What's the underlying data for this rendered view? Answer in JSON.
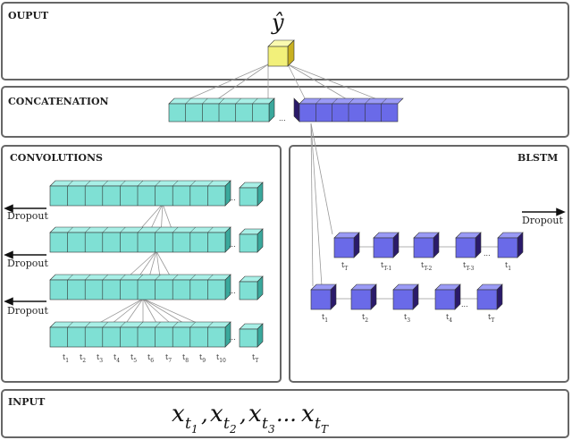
{
  "sections": {
    "output": "OUPUT",
    "concatenation": "CONCATENATION",
    "convolutions": "CONVOLUTIONS",
    "blstm": "BLSTM",
    "input": "INPUT"
  },
  "output_symbol": "ŷ",
  "ellipsis": "...",
  "dropout_label": "Dropout",
  "conv_time_labels": [
    "t1",
    "t2",
    "t3",
    "t4",
    "t5",
    "t6",
    "t7",
    "t8",
    "t9",
    "t10"
  ],
  "conv_last_label": "tT",
  "blstm_backward_labels": [
    "tT",
    "tT-1",
    "tT-2",
    "tT-3",
    "t1"
  ],
  "blstm_forward_labels": [
    "t1",
    "t2",
    "t3",
    "t4",
    "tT"
  ],
  "input_sequence": {
    "items": [
      {
        "x": "x",
        "sub": "t",
        "subsub": "1"
      },
      {
        "x": "x",
        "sub": "t",
        "subsub": "2"
      },
      {
        "x": "x",
        "sub": "t",
        "subsub": "3"
      },
      {
        "x": "x",
        "sub": "t",
        "subsub": "T"
      }
    ],
    "separator": ",",
    "ellipsis": "..."
  },
  "colors": {
    "cyan_front": "#7fe0d4",
    "cyan_top": "#a8efe6",
    "cyan_side": "#3aa89c",
    "blue_front": "#6a6ae8",
    "blue_top": "#9a9af5",
    "blue_side": "#2a1a6a",
    "yellow_front": "#f2f07a",
    "yellow_top": "#fafab0",
    "yellow_side": "#c8b020",
    "panel_border": "#555555"
  }
}
